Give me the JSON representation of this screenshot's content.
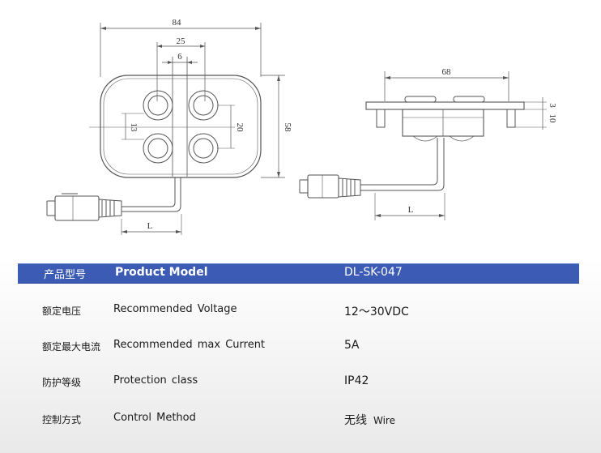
{
  "drawing": {
    "front_view": {
      "dim_width": "84",
      "dim_inner": "25",
      "dim_gap": "6",
      "dim_height": "58",
      "dim_left": "13",
      "dim_right": "20",
      "dim_cable": "L"
    },
    "side_view": {
      "dim_width": "68",
      "dim_a": "3",
      "dim_b": "10",
      "dim_cable": "L"
    }
  },
  "header": {
    "label_cn": "产品型号",
    "label_en": "Product Model",
    "value": "DL-SK-047"
  },
  "specs": [
    {
      "label_cn": "额定电压",
      "label_en": "Recommended  Voltage",
      "value": "12～30VDC",
      "value_en": ""
    },
    {
      "label_cn": "额定最大电流",
      "label_en": "Recommended  max  Current",
      "value": "5A",
      "value_en": ""
    },
    {
      "label_cn": "防护等级",
      "label_en": "Protection class",
      "value": "IP42",
      "value_en": ""
    },
    {
      "label_cn": "控制方式",
      "label_en": "Control  Method",
      "value": "无线",
      "value_en": "Wire"
    }
  ],
  "colors": {
    "header_bg": "#3b5bb5",
    "line": "#555555"
  }
}
